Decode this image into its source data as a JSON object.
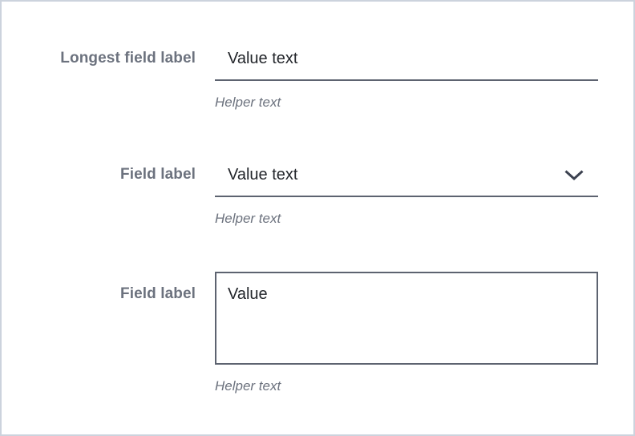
{
  "panel": {
    "background": "#ffffff",
    "border_color": "#ccd3dd"
  },
  "colors": {
    "label_text": "#6c727e",
    "value_text": "#23262b",
    "field_line": "#5d6370",
    "helper_text": "#6c727e",
    "chevron": "#3c4250"
  },
  "fields": [
    {
      "type": "text",
      "label": "Longest field label",
      "value": "Value text",
      "helper": "Helper text"
    },
    {
      "type": "select",
      "label": "Field label",
      "value": "Value text",
      "helper": "Helper text",
      "icon": "chevron-down-icon"
    },
    {
      "type": "textarea",
      "label": "Field label",
      "value": "Value",
      "helper": "Helper text"
    }
  ]
}
